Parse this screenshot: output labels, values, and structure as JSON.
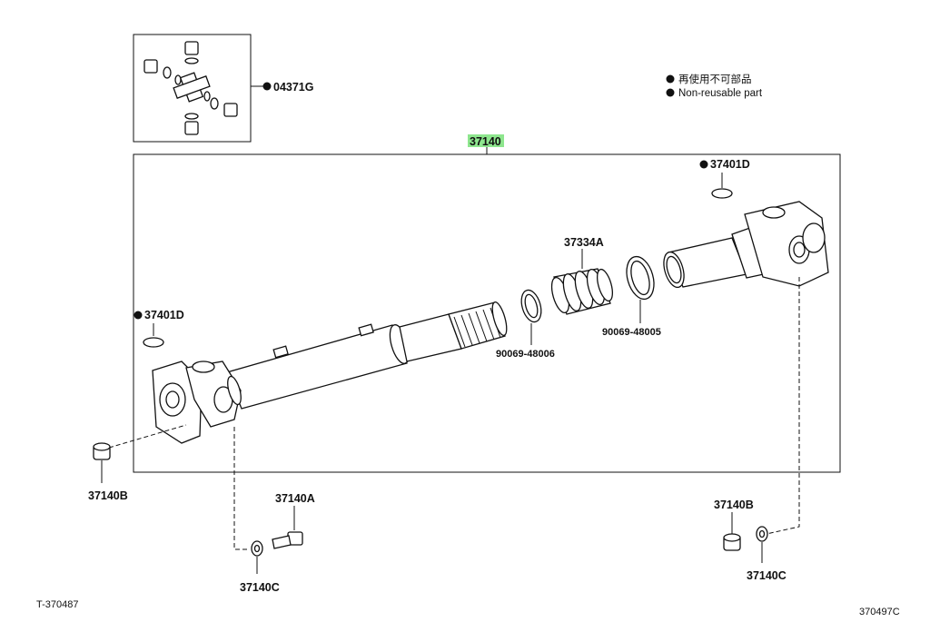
{
  "legend": {
    "line_jp": "再使用不可部品",
    "line_en": "Non-reusable part"
  },
  "parts": {
    "spider_kit": "04371G",
    "propeller_shaft": "37140",
    "snap_ring_front": "37401D",
    "snap_ring_rear": "37401D",
    "boot": "37334A",
    "ring_inner": "90069-48006",
    "ring_outer": "90069-48005",
    "nut_left": "37140B",
    "nut_right": "37140B",
    "bolt": "37140A",
    "washer_left": "37140C",
    "washer_right": "37140C"
  },
  "footer": {
    "left_ref": "T-370487",
    "right_ref": "370497C"
  },
  "colors": {
    "highlight": "#8ee68e",
    "ink": "#111111"
  }
}
